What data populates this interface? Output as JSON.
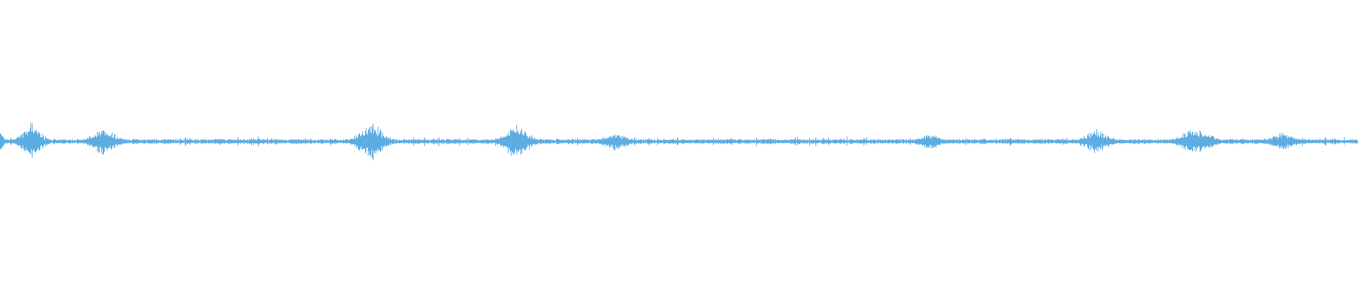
{
  "chart_data": {
    "type": "waveform",
    "color": "#5dade2",
    "background": "#ffffff",
    "axes": "none",
    "grid": false,
    "noise_floor": 0.012,
    "bursts": [
      {
        "position": 0.0,
        "amplitude": 0.06,
        "width": 0.006
      },
      {
        "position": 0.023,
        "amplitude": 0.12,
        "width": 0.016
      },
      {
        "position": 0.077,
        "amplitude": 0.1,
        "width": 0.019
      },
      {
        "position": 0.19,
        "amplitude": 0.035,
        "width": 0.002
      },
      {
        "position": 0.273,
        "amplitude": 0.13,
        "width": 0.019
      },
      {
        "position": 0.38,
        "amplitude": 0.12,
        "width": 0.019
      },
      {
        "position": 0.453,
        "amplitude": 0.06,
        "width": 0.022
      },
      {
        "position": 0.684,
        "amplitude": 0.06,
        "width": 0.016
      },
      {
        "position": 0.744,
        "amplitude": 0.035,
        "width": 0.002
      },
      {
        "position": 0.807,
        "amplitude": 0.08,
        "width": 0.021
      },
      {
        "position": 0.88,
        "amplitude": 0.09,
        "width": 0.024
      },
      {
        "position": 0.944,
        "amplitude": 0.06,
        "width": 0.02
      }
    ]
  }
}
